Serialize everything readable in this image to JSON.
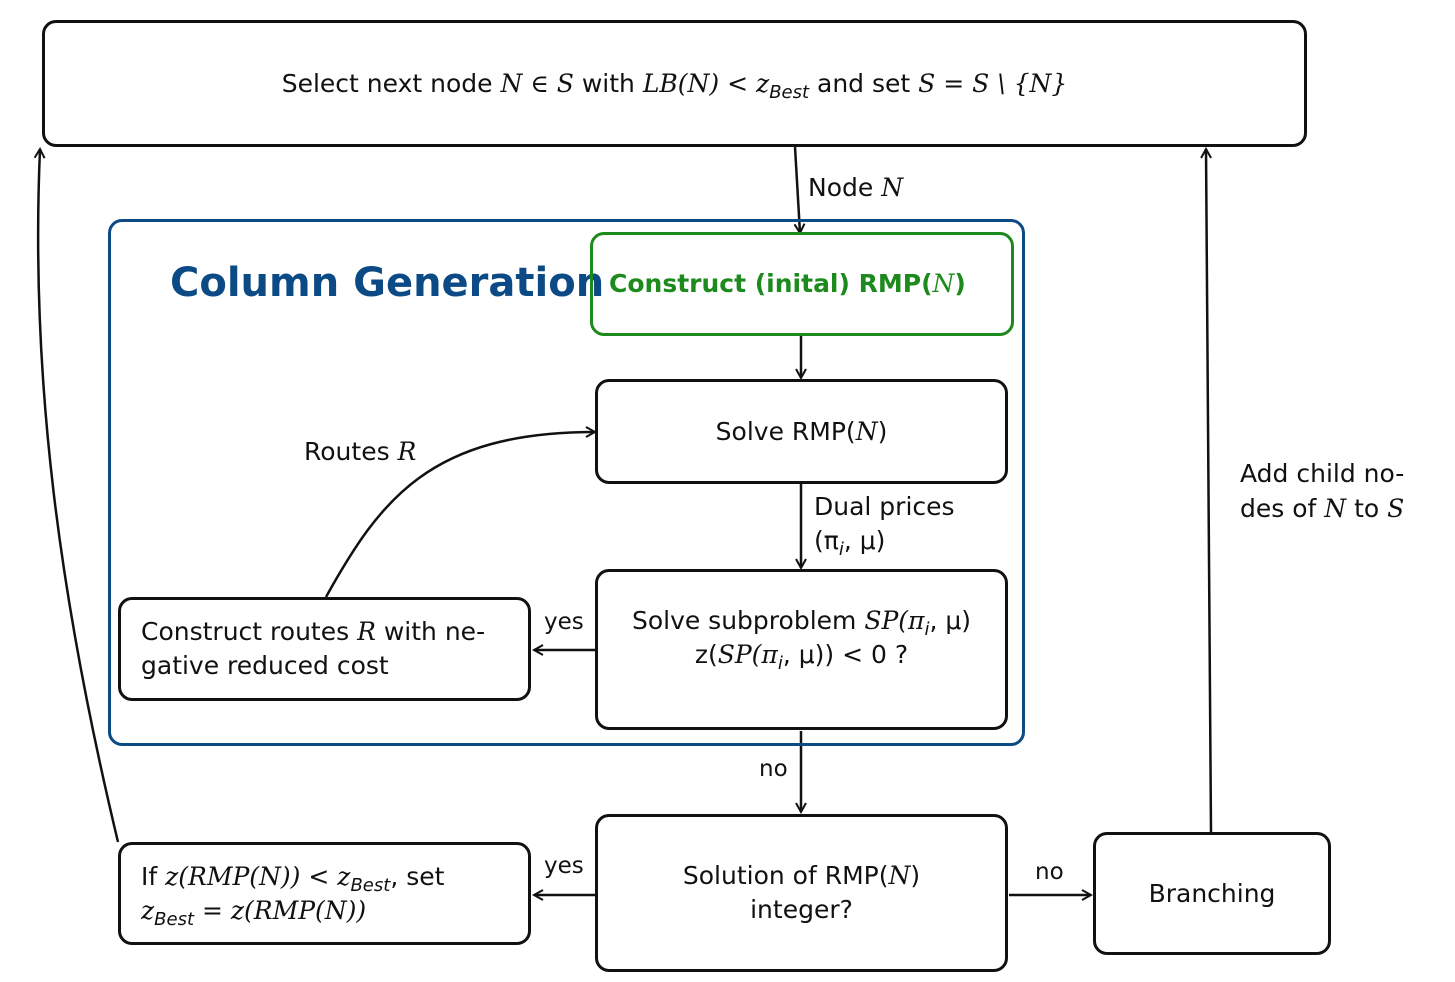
{
  "top_box": {
    "pre": "Select next node ",
    "math1": "N ∈ S",
    "mid": " with ",
    "math2": "LB(N) < z",
    "sub": "Best",
    "mid2": " and set ",
    "math3": "S = S \\ {N}"
  },
  "edge_node": {
    "pre": "Node ",
    "math": "N"
  },
  "column_generation": {
    "title": "Column Generation",
    "construct_pre": "Construct (inital) RMP(",
    "construct_math": "N",
    "construct_post": ")",
    "solve_pre": "Solve RMP(",
    "solve_math": "N",
    "solve_post": ")",
    "dual_line1": "Dual   prices",
    "dual_line2": "(π",
    "dual_sub": "i",
    "dual_post": ", μ)",
    "sub_line1_pre": "Solve subproblem ",
    "sub_line1_math": "SP(π",
    "sub_line1_sub": "i",
    "sub_line1_post": ", μ)",
    "sub_line2_pre": "z(",
    "sub_line2_math": "SP(π",
    "sub_line2_sub": "i",
    "sub_line2_post": ", μ)) < 0 ?",
    "yes_label": "yes",
    "routes_pre": "Construct routes ",
    "routes_math": "R",
    "routes_post": " with ne-",
    "routes_line2": "gative reduced cost",
    "routes_edge_pre": "Routes ",
    "routes_edge_math": "R"
  },
  "no_label_cg": "no",
  "integer_box": {
    "line1_pre": "Solution of RMP(",
    "line1_math": "N",
    "line1_post": ")",
    "line2": "integer?"
  },
  "if_box": {
    "pre": "If ",
    "math1": "z(RMP(N)) < z",
    "sub1": "Best",
    "post1": ", set",
    "math2": "z",
    "sub2": "Best",
    "math3": " = z(RMP(N))"
  },
  "yes_label_bottom": "yes",
  "no_label_bottom": "no",
  "branching_label": "Branching",
  "child_nodes": {
    "line1": "Add child no-",
    "line2_pre": "des of ",
    "line2_math1": "N",
    "line2_mid": " to ",
    "line2_math2": "S"
  }
}
